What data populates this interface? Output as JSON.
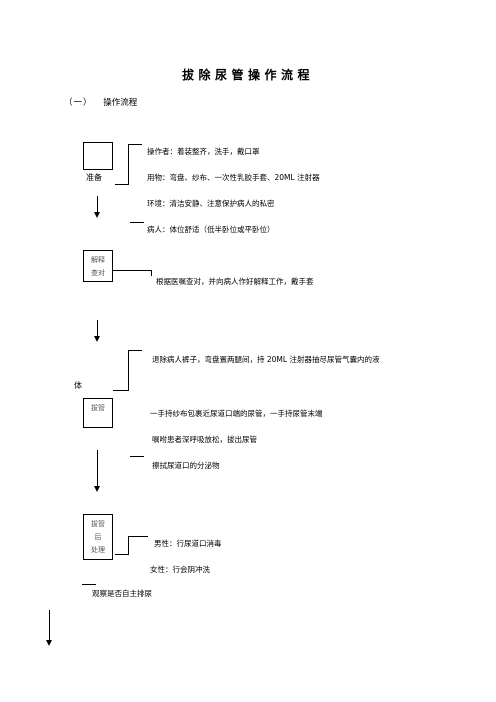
{
  "title": "拔除尿管操作流程",
  "section": {
    "number": "（一）",
    "label": "操作流程"
  },
  "step1": {
    "box_label": "准备",
    "items": [
      "操作者：着装整齐，洗手，戴口罩",
      "用物：弯盘、纱布、一次性乳胶手套、20ML 注射器",
      "环境：清洁安静、注意保护病人的私密",
      "病人：体位舒适（低半卧位或平卧位）"
    ]
  },
  "step2": {
    "box_label": [
      "解释",
      "查对"
    ],
    "items": [
      "根据医嘱查对，并向病人作好解释工作，戴手套"
    ]
  },
  "step3": {
    "box_label": "拔管",
    "items": [
      "退除病人裤子，弯盘置两腿间，持 20ML 注射器抽尽尿管气囊内的液",
      "体",
      "一手持纱布包裹近尿道口端的尿管，一手持尿管末端",
      "嘱咐患者深呼吸放松，拔出尿管",
      "擦拭尿道口的分泌物"
    ]
  },
  "step4": {
    "box_label": [
      "拔管",
      "后",
      "处理"
    ],
    "items": [
      "男性：行尿道口消毒",
      "女性：行会阴冲洗",
      "观察是否自主排尿"
    ]
  }
}
